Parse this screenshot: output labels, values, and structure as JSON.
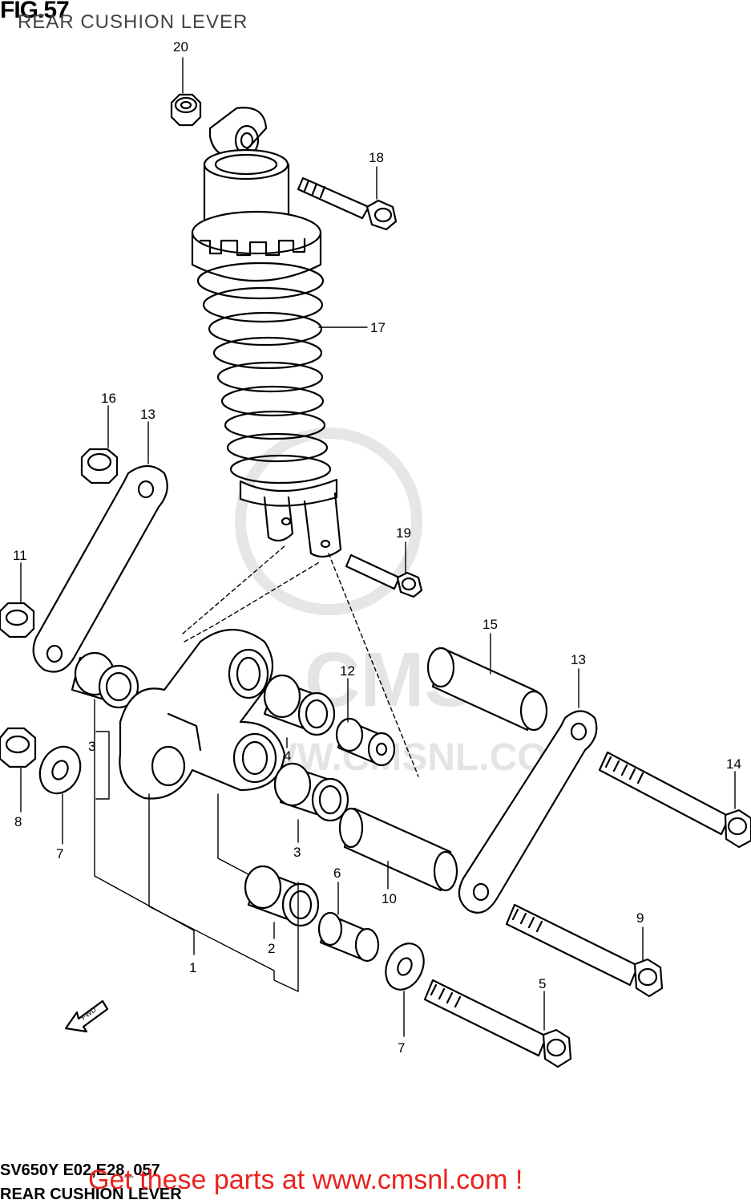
{
  "header": {
    "fig": "FIG.57",
    "subtitle": "REAR CUSHION LEVER"
  },
  "footer": {
    "code": "SV650Y E02,E28_057",
    "subtitle": "REAR CUSHION LEVER"
  },
  "banner": "Get these parts at www.cmsnl.com !",
  "watermark": {
    "logo": "CMS",
    "url": "WWW.CMSNL.COM"
  },
  "fwd_label": "FWD",
  "callouts": {
    "c1": "1",
    "c2": "2",
    "c3a": "3",
    "c3b": "3",
    "c4": "4",
    "c5": "5",
    "c6": "6",
    "c7a": "7",
    "c7b": "7",
    "c8": "8",
    "c9": "9",
    "c10": "10",
    "c11": "11",
    "c12": "12",
    "c13a": "13",
    "c13b": "13",
    "c14": "14",
    "c15": "15",
    "c16": "16",
    "c17": "17",
    "c18": "18",
    "c19": "19",
    "c20": "20"
  }
}
